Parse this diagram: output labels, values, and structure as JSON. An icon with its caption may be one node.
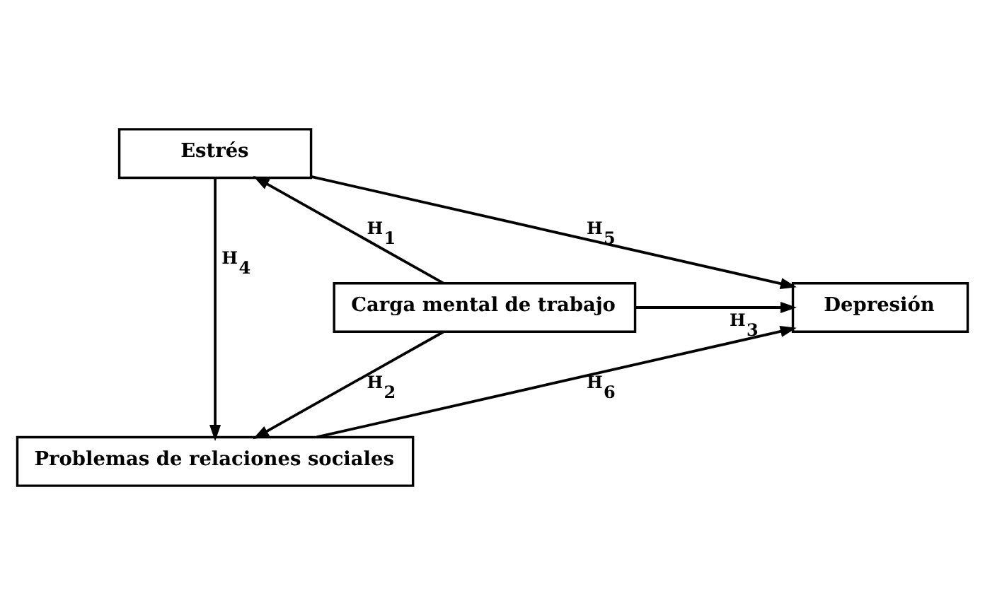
{
  "diagram": {
    "nodes": [
      {
        "text": [
          "Estrés"
        ]
      },
      {
        "text": [
          "Carga mental de trabajo"
        ]
      },
      {
        "text": [
          "Depresión"
        ]
      },
      {
        "text": [
          "Problemas de relaciones sociales"
        ]
      }
    ],
    "edges": [
      {
        "from": 1,
        "to": 0,
        "arrow": "to",
        "label": "H$_{1}$"
      },
      {
        "from": 1,
        "to": 3,
        "arrow": "to",
        "label": "H$_{2}$"
      },
      {
        "from": 1,
        "to": 2,
        "arrow": "to",
        "label": "H$_{3}$"
      },
      {
        "from": 0,
        "to": 3,
        "arrow": "to",
        "label": "H$_{4}$"
      },
      {
        "from": 0,
        "to": 2,
        "arrow": "to",
        "label": "H$_{5}$"
      },
      {
        "from": 3,
        "to": 2,
        "arrow": "to",
        "label": "H$_{6}$"
      }
    ]
  }
}
